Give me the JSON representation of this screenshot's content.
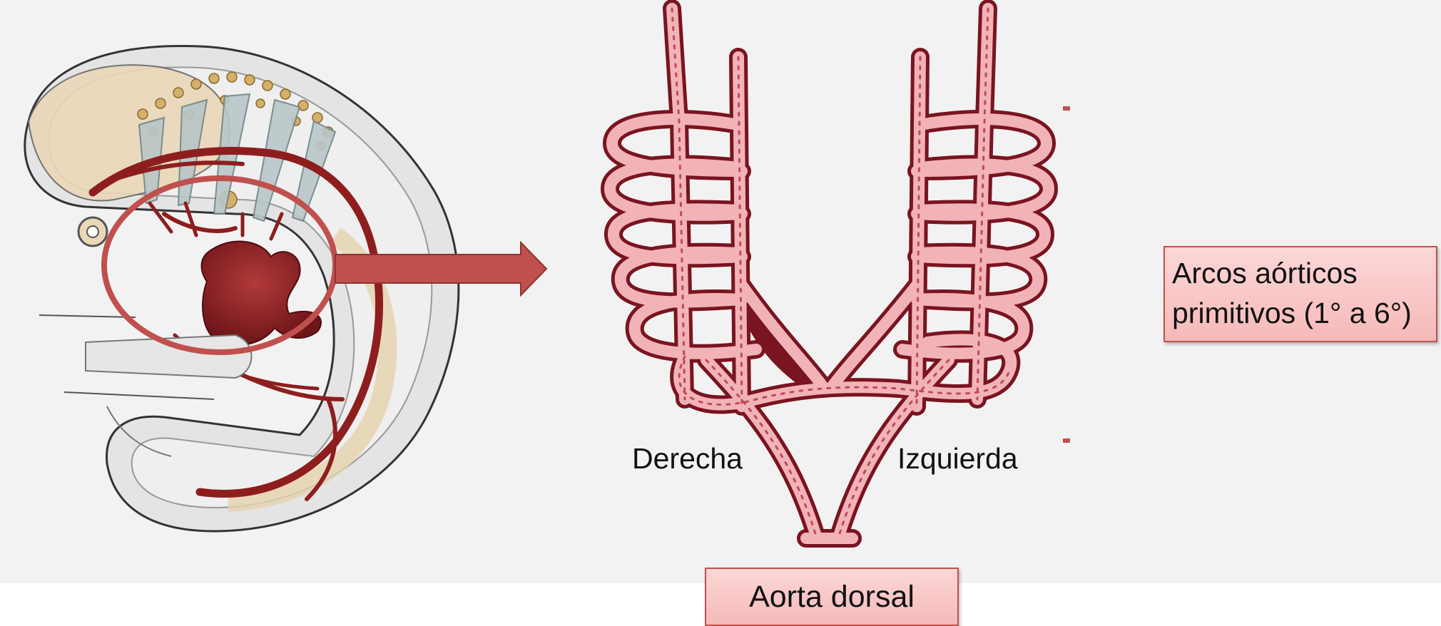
{
  "labels": {
    "right": "Derecha",
    "left": "Izquierda"
  },
  "arches_box": {
    "line1": "Arcos aórticos",
    "line2": "primitivos (1° a 6°)"
  },
  "aorta_box": {
    "text": "Aorta dorsal"
  },
  "colors": {
    "accent": "#c0504d",
    "vessel": "#e8a1a8",
    "vessel_outline": "#7a1420",
    "background": "#f2f2f2"
  }
}
